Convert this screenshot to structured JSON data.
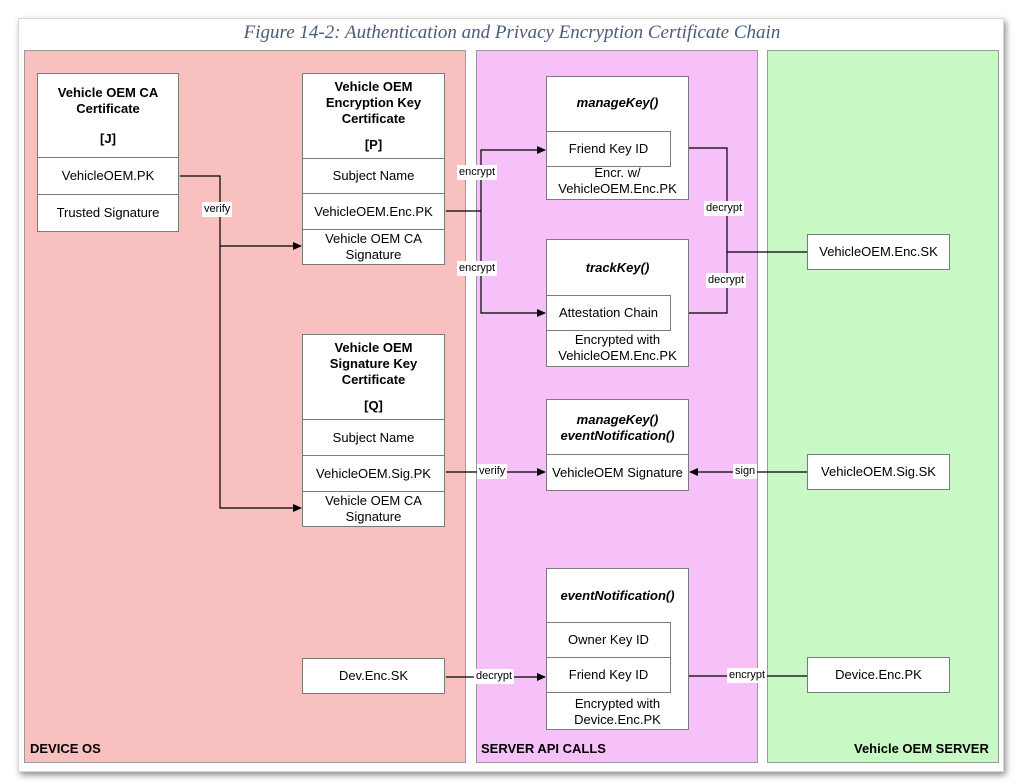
{
  "title": "Figure 14-2: Authentication and Privacy Encryption Certificate Chain",
  "lanes": {
    "device_os": "DEVICE OS",
    "server_api": "SERVER API CALLS",
    "oem_server": "Vehicle OEM SERVER"
  },
  "colors": {
    "device_os": "#f8c0bf",
    "server_api": "#f6c0f8",
    "oem_server": "#c8f8c4"
  },
  "ca_cert": {
    "title_line1": "Vehicle OEM CA",
    "title_line2": "Certificate",
    "tag": "[J]",
    "pk": "VehicleOEM.PK",
    "sig": "Trusted Signature"
  },
  "enc_cert": {
    "title_line1": "Vehicle OEM",
    "title_line2": "Encryption Key",
    "title_line3": "Certificate",
    "tag": "[P]",
    "subject": "Subject Name",
    "pk": "VehicleOEM.Enc.PK",
    "sig_line1": "Vehicle OEM CA",
    "sig_line2": "Signature"
  },
  "sig_cert": {
    "title_line1": "Vehicle OEM",
    "title_line2": "Signature Key",
    "title_line3": "Certificate",
    "tag": "[Q]",
    "subject": "Subject Name",
    "pk": "VehicleOEM.Sig.PK",
    "sig_line1": "Vehicle OEM CA",
    "sig_line2": "Signature"
  },
  "dev_enc_sk": "Dev.Enc.SK",
  "manage_key": {
    "header": "manageKey()",
    "field": "Friend Key ID",
    "note_line1": "Encr. w/",
    "note_line2": "VehicleOEM.Enc.PK"
  },
  "track_key": {
    "header": "trackKey()",
    "field": "Attestation Chain",
    "note_line1": "Encrypted with",
    "note_line2": "VehicleOEM.Enc.PK"
  },
  "manage_event": {
    "header_line1": "manageKey()",
    "header_line2": "eventNotification()",
    "field": "VehicleOEM Signature"
  },
  "event_notif": {
    "header": "eventNotification()",
    "owner": "Owner Key ID",
    "friend": "Friend Key ID",
    "note_line1": "Encrypted with",
    "note_line2": "Device.Enc.PK"
  },
  "server": {
    "enc_sk": "VehicleOEM.Enc.SK",
    "sig_sk": "VehicleOEM.Sig.SK",
    "dev_pk": "Device.Enc.PK"
  },
  "edge_labels": {
    "verify1": "verify",
    "encrypt1": "encrypt",
    "encrypt2": "encrypt",
    "decrypt1": "decrypt",
    "decrypt2": "decrypt",
    "verify2": "verify",
    "sign": "sign",
    "decrypt3": "decrypt",
    "encrypt3": "encrypt"
  }
}
